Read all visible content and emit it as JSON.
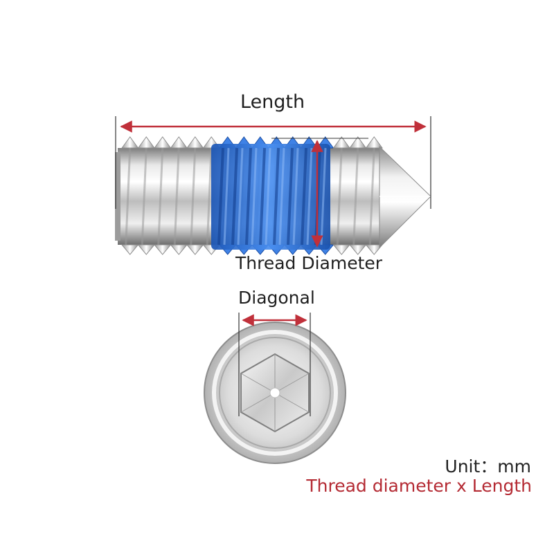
{
  "labels": {
    "length": "Length",
    "thread_diameter": "Thread Diameter",
    "diagonal": "Diagonal",
    "unit": "Unit：mm",
    "format": "Thread diameter x Length"
  },
  "colors": {
    "dimension_arrow": "#c0303a",
    "format_text": "#b42a33",
    "thread_lock": "#2f73d6",
    "steel_light": "#f4f4f4",
    "steel_dark": "#8a8a8a"
  },
  "icons": {
    "set_screw_side_view": "cone-point-set-screw",
    "set_screw_end_view": "hex-socket-end"
  }
}
